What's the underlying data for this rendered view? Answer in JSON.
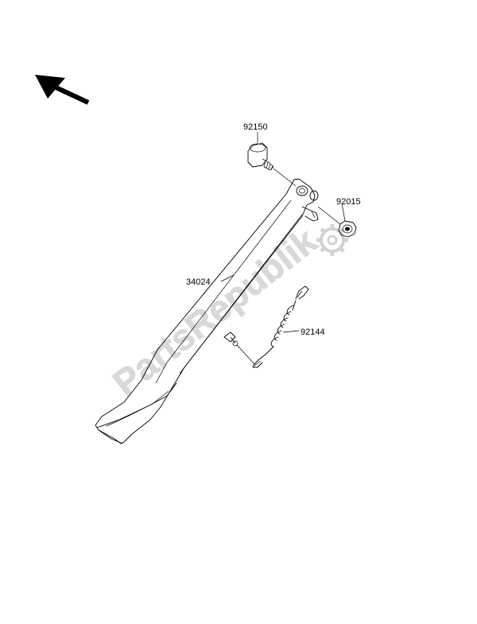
{
  "diagram": {
    "parts": [
      {
        "id": "part-92150",
        "label": "92150"
      },
      {
        "id": "part-92015",
        "label": "92015"
      },
      {
        "id": "part-34024",
        "label": "34024"
      },
      {
        "id": "part-92144",
        "label": "92144"
      }
    ],
    "watermark": {
      "text": "PartsRepublik"
    },
    "colors": {
      "line": "#000000",
      "watermark": "#d9d9d9",
      "background": "#ffffff"
    }
  }
}
